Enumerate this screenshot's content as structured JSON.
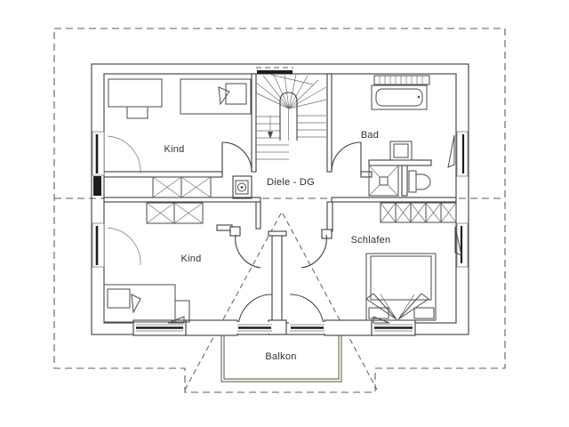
{
  "floor_plan": {
    "rooms": [
      {
        "id": "kind-upper",
        "label": "Kind"
      },
      {
        "id": "kind-lower",
        "label": "Kind"
      },
      {
        "id": "bad",
        "label": "Bad"
      },
      {
        "id": "schlafen",
        "label": "Schlafen"
      },
      {
        "id": "diele",
        "label": "Diele - DG"
      },
      {
        "id": "balkon",
        "label": "Balkon"
      }
    ],
    "colors": {
      "wall": "#3d3d3d",
      "dashed_outline": "#5c5c5c",
      "balcony_railing": "#71715f",
      "text": "#2f2f2f",
      "background": "#ffffff"
    }
  }
}
